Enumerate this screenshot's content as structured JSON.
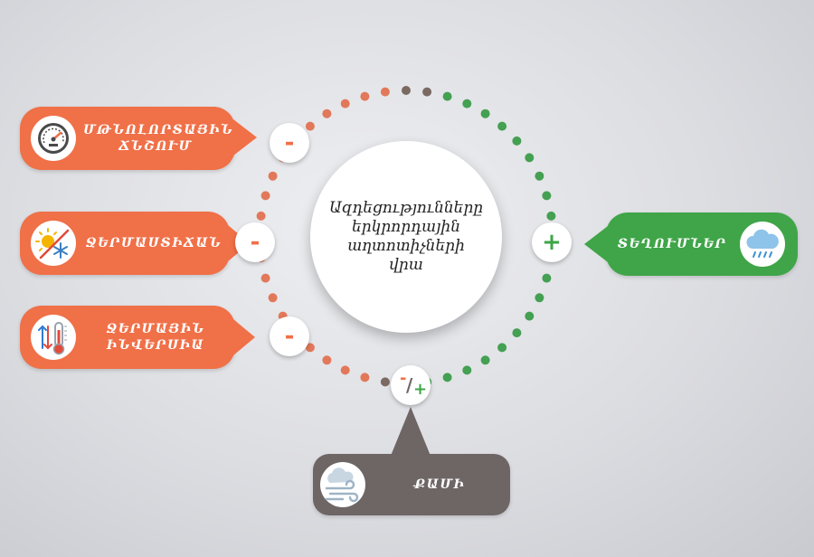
{
  "center": {
    "title": "Ազդեցությունները երկրորդային աղտոտիչների վրա"
  },
  "factors": {
    "pressure": {
      "label_line1": "ՄԹՆՈԼՈՐՏԱՅԻՆ",
      "label_line2": "ՃՆՇՈՒՄ",
      "sign": "-",
      "icon": "pressure-gauge-icon"
    },
    "temperature": {
      "label": "ՋԵՐՄԱՍՏԻՃԱՆ",
      "sign": "-",
      "icon": "sun-snowflake-icon"
    },
    "inversion": {
      "label_line1": "ՋԵՐՄԱՅԻՆ",
      "label_line2": "ԻՆՎԵՐՍԻԱ",
      "sign": "-",
      "icon": "thermometer-arrows-icon"
    },
    "precipitation": {
      "label": "ՏԵՂՈՒՄՆԵՐ",
      "sign": "+",
      "icon": "rain-cloud-icon"
    },
    "wind": {
      "label": "ՔԱՄԻ",
      "sign_minus": "-",
      "sign_slash": "/",
      "sign_plus": "+",
      "icon": "wind-cloud-icon"
    }
  },
  "colors": {
    "orange": "#f07048",
    "green": "#3fa548",
    "gray": "#6e6565",
    "ring_orange": "#e2785a",
    "ring_brown": "#7a6a62",
    "ring_green": "#44a052"
  }
}
